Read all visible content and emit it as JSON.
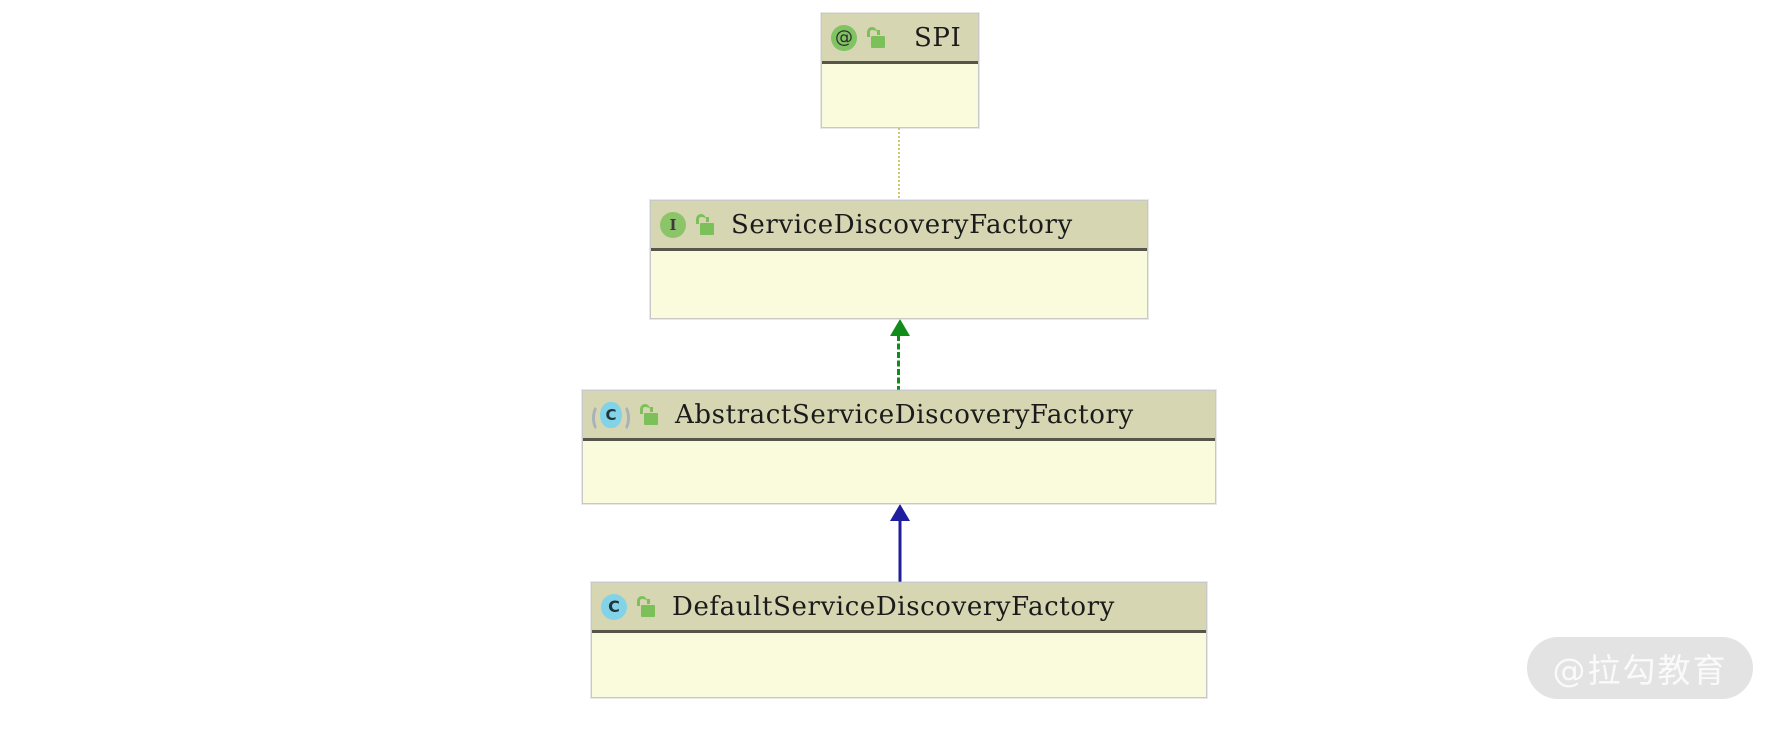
{
  "diagram": {
    "type": "uml-class-diagram",
    "background_color": "#ffffff",
    "nodes": [
      {
        "id": "spi",
        "name": "SPI",
        "stereotype": "annotation",
        "icon": "annotation-at-icon",
        "visibility_icon": "public-open-padlock-icon",
        "header_color": "#d6d6b2",
        "body_color": "#fafadc",
        "members": []
      },
      {
        "id": "service-discovery-factory",
        "name": "ServiceDiscoveryFactory",
        "stereotype": "interface",
        "icon": "interface-i-icon",
        "visibility_icon": "public-open-padlock-icon",
        "header_color": "#d6d6b2",
        "body_color": "#fafadc",
        "members": []
      },
      {
        "id": "abstract-service-discovery-factory",
        "name": "AbstractServiceDiscoveryFactory",
        "stereotype": "abstract-class",
        "icon": "abstract-class-c-icon",
        "visibility_icon": "public-open-padlock-icon",
        "header_color": "#d6d6b2",
        "body_color": "#fafadc",
        "members": []
      },
      {
        "id": "default-service-discovery-factory",
        "name": "DefaultServiceDiscoveryFactory",
        "stereotype": "class",
        "icon": "class-c-icon",
        "visibility_icon": "public-open-padlock-icon",
        "header_color": "#d6d6b2",
        "body_color": "#fafadc",
        "members": []
      }
    ],
    "edges": [
      {
        "id": "edge-annotation",
        "from": "service-discovery-factory",
        "to": "spi",
        "relation": "annotation-usage",
        "style": "dotted",
        "color": "#cfc96a",
        "arrow": "none"
      },
      {
        "id": "edge-realization",
        "from": "abstract-service-discovery-factory",
        "to": "service-discovery-factory",
        "relation": "realization",
        "style": "dashed",
        "color": "#118c18",
        "arrow": "filled-triangle"
      },
      {
        "id": "edge-generalization",
        "from": "default-service-discovery-factory",
        "to": "abstract-service-discovery-factory",
        "relation": "generalization",
        "style": "solid",
        "color": "#1f1f9e",
        "arrow": "filled-triangle"
      }
    ]
  },
  "icons": {
    "annotation_glyph": "@",
    "interface_glyph": "I",
    "class_glyph": "C",
    "abstract_class_glyph": "C"
  },
  "watermark": {
    "text": "@拉勾教育",
    "pill_color": "#e3e3e3",
    "text_color": "#fafafa"
  }
}
